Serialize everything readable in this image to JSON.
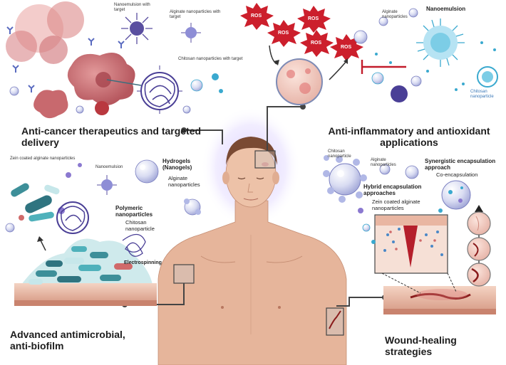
{
  "sections": {
    "cancer": {
      "title": "Anti-cancer therapeutics and targeted delivery",
      "labels": {
        "nanoemulsion": "Nanoemulsion with target",
        "alginate": "Alginate nanoparticles with target",
        "chitosan": "Chitosan nanoparticles with target"
      }
    },
    "inflammatory": {
      "title": "Anti-inflammatory and antioxidant applications",
      "ros": "ROS",
      "labels": {
        "alginate": "Alginate nanoparticles",
        "nanoemulsion": "Nanoemulsion",
        "chitosan": "Chitosan nanoparticle"
      }
    },
    "antimicrobial": {
      "title": "Advanced antimicrobial, anti-biofilm",
      "labels": {
        "zein": "Zein coated alginate nanoparticles",
        "nanoemulsion": "Nanoemulsion",
        "hydrogels_heading": "Hydrogels (Nanogels)",
        "hydrogels_item": "Alginate nanoparticles",
        "polymeric_heading": "Polymeric nanoparticles",
        "polymeric_item": "Chitosan nanoparticle",
        "electrospinning": "Electrospinning"
      }
    },
    "wound": {
      "title": "Wound-healing strategies",
      "labels": {
        "chitosan": "Chitosan nanoparticle",
        "alginate": "Alginate nanoparticles",
        "synergistic_heading": "Synergistic encapsulation approach",
        "synergistic_item": "Co-encapsulation",
        "hybrid_heading": "Hybrid encapsulation approaches",
        "hybrid_item": "Zein coated alginate nanoparticles"
      }
    }
  },
  "colors": {
    "cancer_cell": "#c8696e",
    "nanoparticle_purple": "#5a4fa0",
    "nanoemulsion_cyan": "#3aa9cf",
    "ros_red": "#cc1f2c",
    "skin": "#e9bfa6",
    "biofilm_teal": "#3d8f99",
    "wound_red": "#8a1c1c"
  },
  "icons": [
    "cancer-cell-icon",
    "nanoemulsion-icon",
    "alginate-nanoparticle-icon",
    "chitosan-nanoparticle-icon",
    "ros-burst-icon",
    "bacteria-icon",
    "hydrogel-sphere-icon",
    "wound-icon",
    "arrow-icon",
    "inhibition-bar-icon"
  ]
}
